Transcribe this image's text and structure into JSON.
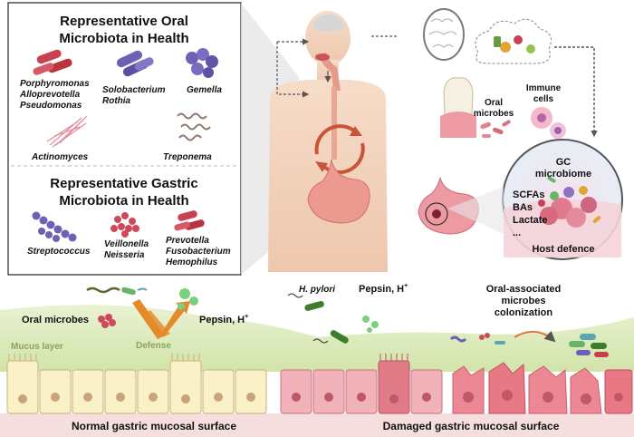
{
  "oral_panel": {
    "title_line1": "Representative Oral",
    "title_line2": "Microbiota in Health",
    "taxa": [
      "Porphyromonas",
      "Alloprevotella",
      "Pseudomonas",
      "Solobacterium",
      "Rothia",
      "Gemella",
      "Actinomyces",
      "Treponema"
    ]
  },
  "gastric_panel": {
    "title_line1": "Representative Gastric",
    "title_line2": "Microbiota in Health",
    "taxa": [
      "Streptococcus",
      "Veillonella",
      "Neisseria",
      "Prevotella",
      "Fusobacterium",
      "Hemophilus"
    ]
  },
  "right_panel": {
    "oral_microbes_line1": "Oral",
    "oral_microbes_line2": "microbes",
    "immune_cells_line1": "Immune",
    "immune_cells_line2": "cells",
    "gc_line1": "GC",
    "gc_line2": "microbiome",
    "metabolites": [
      "SCFAs",
      "BAs",
      "Lactate",
      "..."
    ],
    "host_defence": "Host defence"
  },
  "mucosa": {
    "oral_microbes": "Oral microbes",
    "pepsin_left": "Pepsin, H",
    "pepsin_right": "Pepsin, H",
    "superscript": "+",
    "h_pylori": "H. pylori",
    "colonization_line1": "Oral-associated",
    "colonization_line2": "microbes",
    "colonization_line3": "colonization",
    "mucus_layer": "Mucus layer",
    "defense": "Defense",
    "normal_caption": "Normal gastric mucosal surface",
    "damaged_caption": "Damaged gastric mucosal surface"
  },
  "colors": {
    "red_bacteria": "#c9414f",
    "purple_bacteria": "#6f5fb5",
    "mucus": "#d8e8b8",
    "normal_cell": "#fbf1c9",
    "damaged_cell": "#ec9aa3",
    "arrow_orange": "#e58a2c"
  }
}
